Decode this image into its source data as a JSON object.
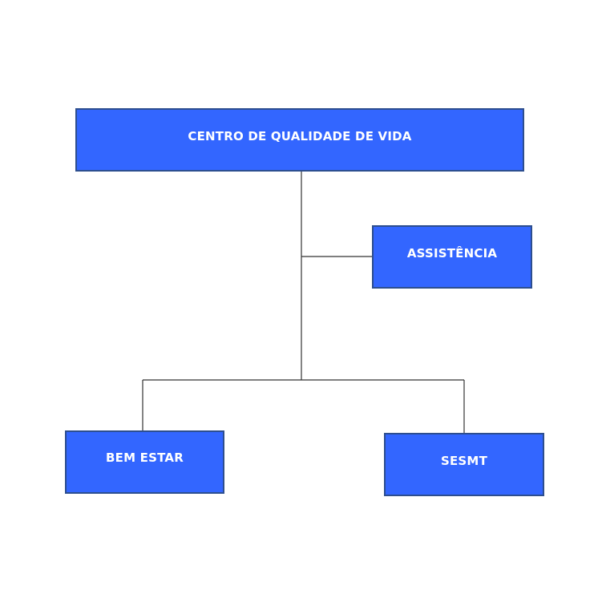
{
  "diagram": {
    "type": "org-chart",
    "colors": {
      "box_fill": "#3366ff",
      "box_border": "#2d4e8f",
      "text": "#ffffff",
      "connector": "#333333",
      "background": "#ffffff"
    },
    "nodes": {
      "root": {
        "label": "CENTRO DE QUALIDADE DE VIDA"
      },
      "assist": {
        "label": "ASSISTÊNCIA"
      },
      "bem_estar": {
        "label": "BEM ESTAR"
      },
      "sesmt": {
        "label": "SESMT"
      }
    },
    "edges": [
      {
        "from": "root",
        "to": "assist"
      },
      {
        "from": "root",
        "to": "bem_estar"
      },
      {
        "from": "root",
        "to": "sesmt"
      }
    ]
  }
}
